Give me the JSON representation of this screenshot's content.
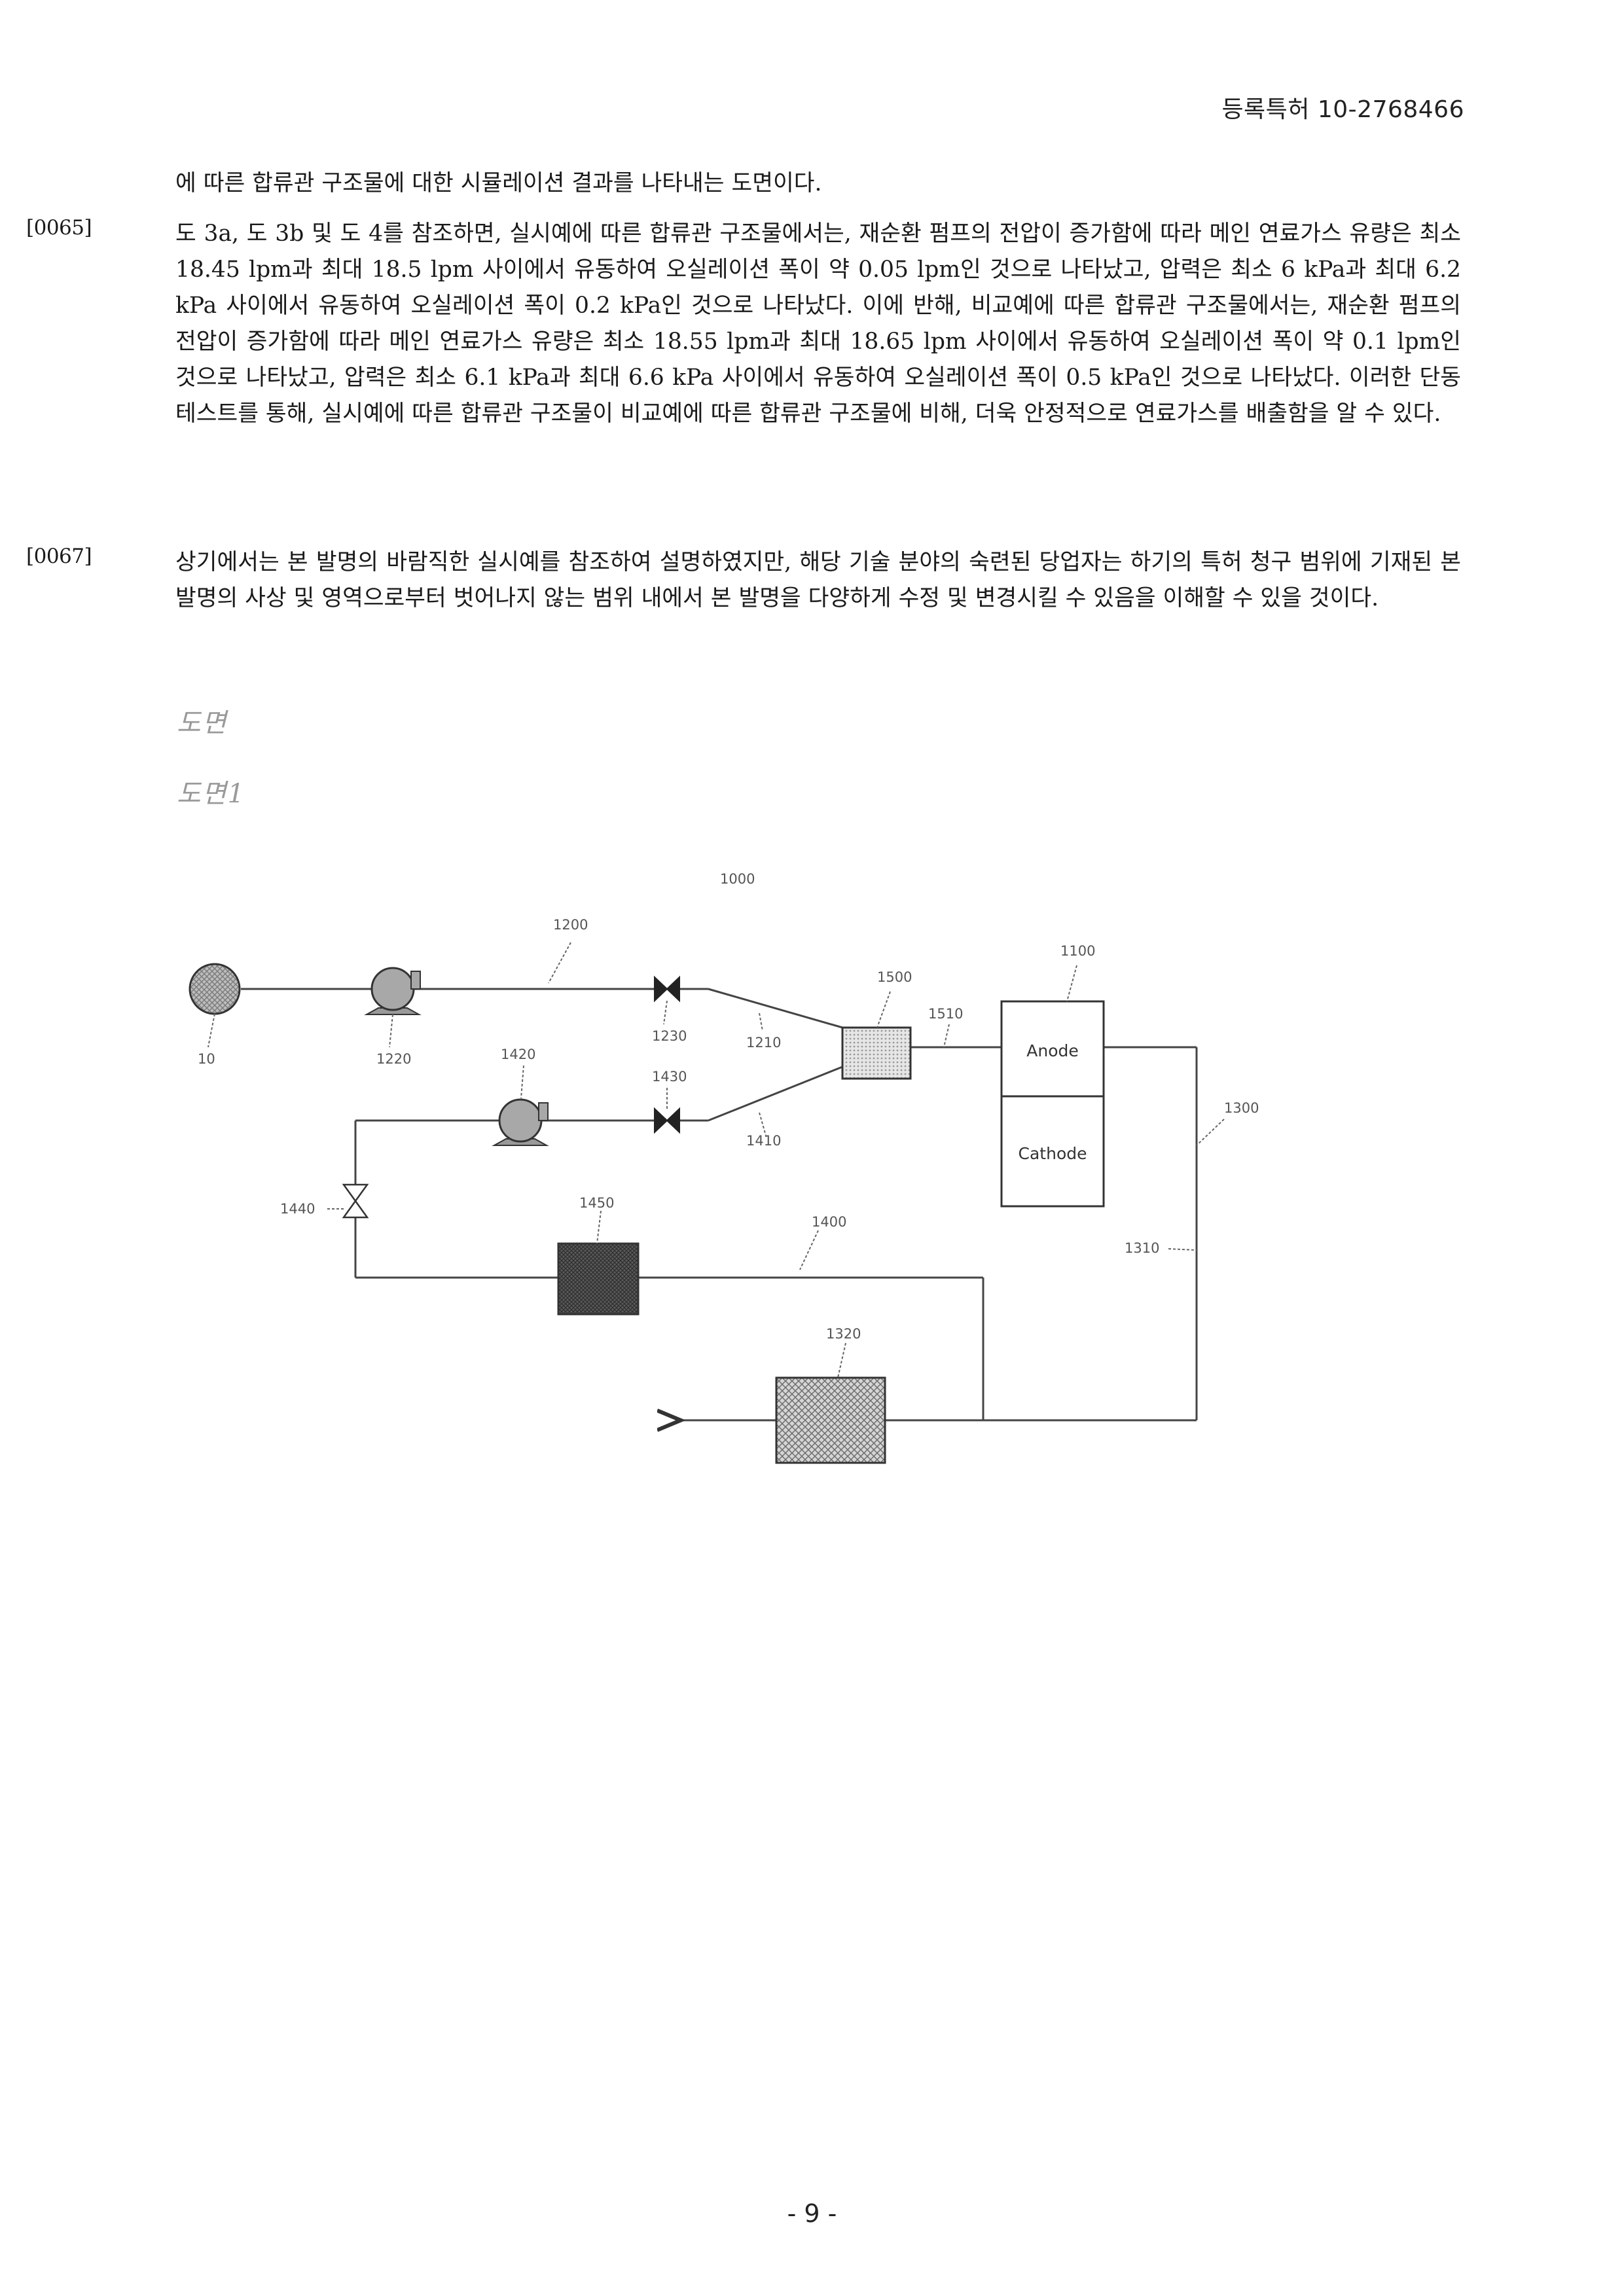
{
  "header": {
    "patent_id": "등록특허 10-2768466"
  },
  "paragraphs": {
    "intro": "에 따른 합류관 구조물에 대한 시뮬레이션 결과를 나타내는 도면이다.",
    "p0065": {
      "number": "[0065]",
      "text": "도 3a, 도 3b 및 도 4를 참조하면, 실시예에 따른 합류관 구조물에서는, 재순환 펌프의 전압이 증가함에 따라 메인 연료가스 유량은 최소 18.45 lpm과 최대 18.5 lpm 사이에서 유동하여 오실레이션 폭이 약 0.05 lpm인 것으로 나타났고, 압력은 최소 6 kPa과 최대 6.2 kPa 사이에서 유동하여 오실레이션 폭이 0.2 kPa인 것으로 나타났다. 이에 반해, 비교예에 따른 합류관 구조물에서는, 재순환 펌프의 전압이 증가함에 따라 메인 연료가스 유량은 최소 18.55 lpm과 최대 18.65 lpm 사이에서 유동하여 오실레이션 폭이 약 0.1 lpm인 것으로 나타났고, 압력은 최소 6.1 kPa과 최대 6.6 kPa 사이에서 유동하여 오실레이션 폭이 0.5 kPa인 것으로 나타났다. 이러한 단동 테스트를 통해, 실시예에 따른 합류관 구조물이 비교예에 따른 합류관 구조물에 비해, 더욱 안정적으로 연료가스를 배출함을 알 수 있다."
    },
    "p0067": {
      "number": "[0067]",
      "text": "상기에서는 본 발명의 바람직한 실시예를 참조하여 설명하였지만, 해당 기술 분야의 숙련된 당업자는 하기의 특허 청구 범위에 기재된 본 발명의 사상 및 영역으로부터 벗어나지 않는 범위 내에서 본 발명을 다양하게 수정 및 변경시킬 수 있음을 이해할 수 있을 것이다."
    }
  },
  "headings": {
    "drawings": "도면",
    "figure1": "도면1"
  },
  "diagram": {
    "labels": {
      "system": "1000",
      "main_line": "1200",
      "tank": "10",
      "pump_main": "1220",
      "valve_main": "1230",
      "merge_main": "1210",
      "mixer": "1500",
      "mixer_out": "1510",
      "stack": "1100",
      "pump_recirc": "1420",
      "valve_recirc": "1430",
      "recirc_branch": "1410",
      "exhaust_line": "1300",
      "valve_purge": "1440",
      "separator": "1450",
      "recirc_line": "1400",
      "exhaust_branch": "1310",
      "humidifier": "1320"
    },
    "anode": "Anode",
    "cathode": "Cathode"
  },
  "footer": {
    "page_number": "- 9 -"
  }
}
